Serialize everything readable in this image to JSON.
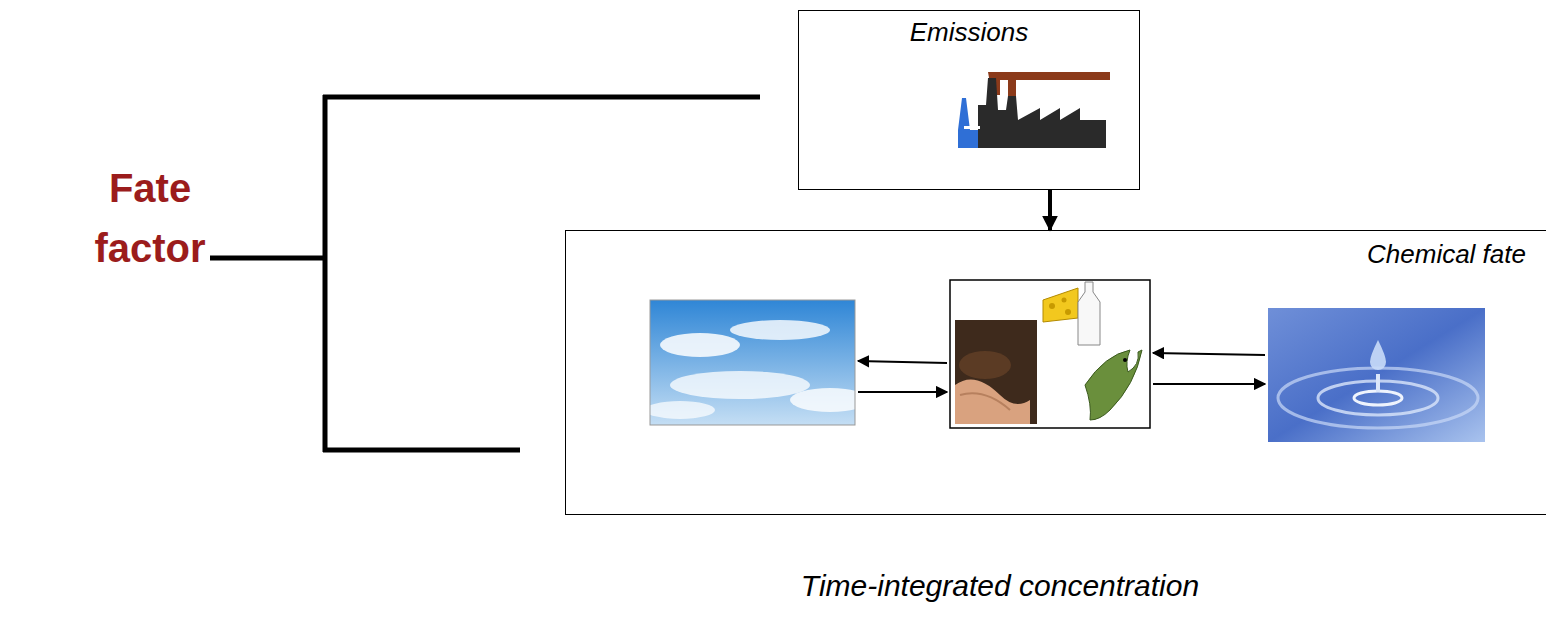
{
  "diagram": {
    "nodes": [
      {
        "text": [
          "Emissions"
        ]
      },
      {
        "text": [
          "Chemical fate"
        ]
      }
    ],
    "edges": [
      {
        "from": 0,
        "to": 1,
        "arrow": "to"
      }
    ],
    "labels": [
      "Fate factor",
      "Time-integrated concentration"
    ]
  }
}
